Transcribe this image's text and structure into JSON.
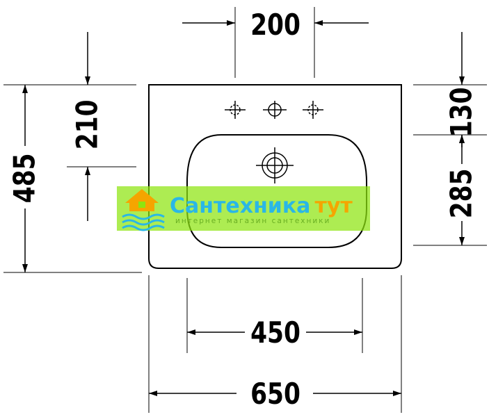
{
  "dimensions": {
    "top_width": "200",
    "tap_depth": "210",
    "total_depth_left": "485",
    "front_depth_right": "130",
    "bowl_depth_right": "285",
    "bowl_width": "450",
    "total_width": "650"
  },
  "watermark": {
    "title_main": "Сантехника",
    "title_accent": "тут",
    "subtitle": "интернет магазин сантехники",
    "colors": {
      "band": "#8ee40f",
      "title": "#2ab7e6",
      "accent": "#f5a500",
      "subtitle": "#6ab023"
    }
  }
}
